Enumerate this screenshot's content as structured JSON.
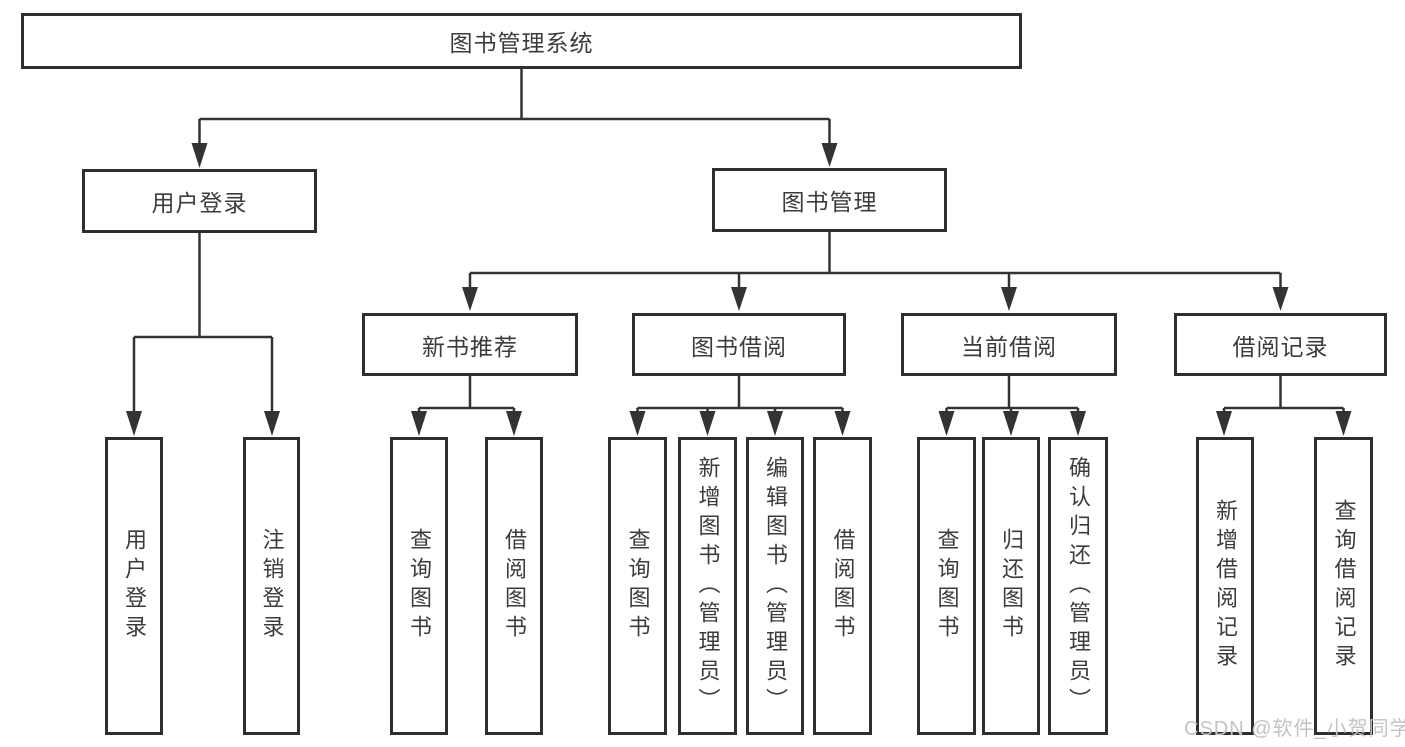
{
  "diagram": {
    "title": "图书管理系统",
    "tree": {
      "label": "图书管理系统",
      "children": [
        {
          "label": "用户登录",
          "children": [
            {
              "label": "用户登录"
            },
            {
              "label": "注销登录"
            }
          ]
        },
        {
          "label": "图书管理",
          "children": [
            {
              "label": "新书推荐",
              "children": [
                {
                  "label": "查询图书"
                },
                {
                  "label": "借阅图书"
                }
              ]
            },
            {
              "label": "图书借阅",
              "children": [
                {
                  "label": "查询图书"
                },
                {
                  "label": "新增图书（管理员）"
                },
                {
                  "label": "编辑图书（管理员）"
                },
                {
                  "label": "借阅图书"
                }
              ]
            },
            {
              "label": "当前借阅",
              "children": [
                {
                  "label": "查询图书"
                },
                {
                  "label": "归还图书"
                },
                {
                  "label": "确认归还（管理员）"
                }
              ]
            },
            {
              "label": "借阅记录",
              "children": [
                {
                  "label": "新增借阅记录"
                },
                {
                  "label": "查询借阅记录"
                }
              ]
            }
          ]
        }
      ]
    },
    "watermark": "CSDN @软件_小贺同学",
    "colors": {
      "line": "#333333",
      "box_border": "#2e2e2e",
      "text": "#3c3c3c",
      "watermark": "#c3c3c3",
      "background": "#ffffff"
    }
  }
}
